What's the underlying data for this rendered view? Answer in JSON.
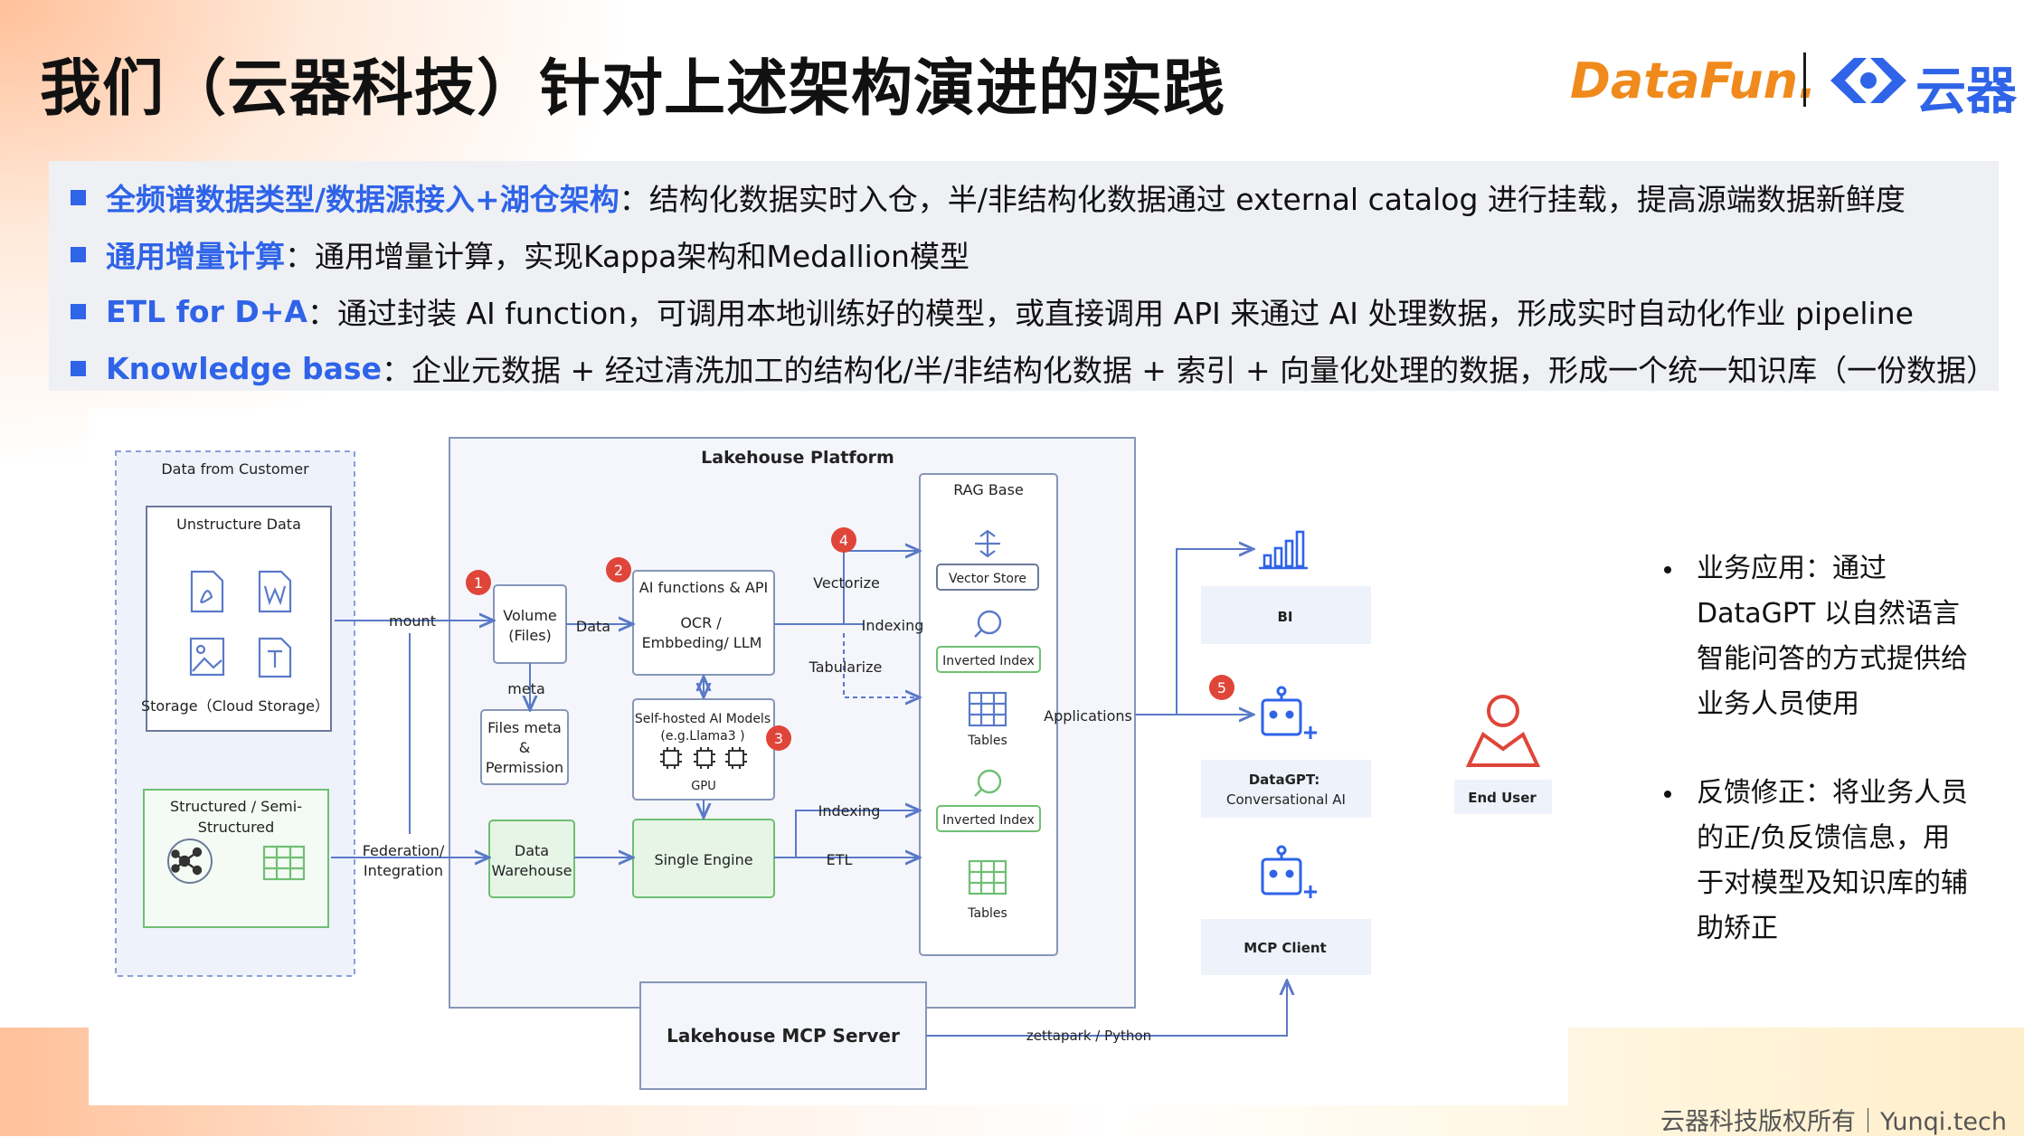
{
  "title": "我们（云器科技）针对上述架构演进的实践",
  "logos": {
    "datafun": "DataFun.",
    "yunqi": "云器"
  },
  "colors": {
    "accent_blue": "#2f63e8",
    "brand_orange": "#f08a1c",
    "marker_red": "#e0453a",
    "box_green_bg": "#e6f5e6",
    "box_green_border": "#6fbf73",
    "box_blue_border": "#8796b8",
    "box_blue_bg": "#eef2fb"
  },
  "bullets": [
    {
      "highlight": "全频谱数据类型/数据源接入+湖仓架构",
      "text": "：结构化数据实时入仓，半/非结构化数据通过 external catalog 进行挂载，提高源端数据新鲜度"
    },
    {
      "highlight": "通用增量计算",
      "text": "：通用增量计算，实现Kappa架构和Medallion模型"
    },
    {
      "highlight": "ETL for D+A",
      "text": "：通过封装 AI function，可调用本地训练好的模型，或直接调用 API 来通过 AI 处理数据，形成实时自动化作业 pipeline"
    },
    {
      "highlight": "Knowledge base",
      "text": "：企业元数据 + 经过清洗加工的结构化/半/非结构化数据 + 索引 + 向量化处理的数据，形成一个统一知识库（一份数据）"
    }
  ],
  "diagram": {
    "data_from_customer": "Data from Customer",
    "unstructure_data": "Unstructure Data",
    "storage": "Storage（Cloud Storage）",
    "structured_line1": "Structured / Semi-",
    "structured_line2": "Structured",
    "mount": "mount",
    "federation_line1": "Federation/",
    "federation_line2": "Integration",
    "lakehouse_platform": "Lakehouse Platform",
    "volume_line1": "Volume",
    "volume_line2": "(Files)",
    "data_arrow": "Data",
    "meta": "meta",
    "files_meta_line1": "Files meta",
    "files_meta_line2": "&",
    "files_meta_line3": "Permission",
    "data_warehouse_line1": "Data",
    "data_warehouse_line2": "Warehouse",
    "ai_functions": "AI functions & API",
    "ocr": "OCR /",
    "embedding": "Embbeding/ LLM",
    "self_hosted": "Self-hosted AI Models",
    "llama": "(e.g.Llama3 )",
    "gpu": "GPU",
    "single_engine": "Single Engine",
    "vectorize": "Vectorize",
    "indexing_top": "Indexing",
    "tabularize": "Tabularize",
    "indexing_bottom": "Indexing",
    "etl": "ETL",
    "rag_base": "RAG Base",
    "vector_store": "Vector Store",
    "inverted_index_1": "Inverted Index",
    "tables_1": "Tables",
    "inverted_index_2": "Inverted Index",
    "tables_2": "Tables",
    "applications": "Applications",
    "bi": "BI",
    "datagpt_line1": "DataGPT:",
    "datagpt_line2": "Conversational AI",
    "mcp_client": "MCP Client",
    "end_user": "End User",
    "mcp_server": "Lakehouse MCP Server",
    "zettapark": "zettapark / Python",
    "markers": [
      "1",
      "2",
      "3",
      "4",
      "5"
    ]
  },
  "right_notes": [
    "业务应用：通过DataGPT 以自然语言智能问答的方式提供给业务人员使用",
    "反馈修正：将业务人员的正/负反馈信息，用于对模型及知识库的辅助矫正"
  ],
  "footer": "云器科技版权所有｜Yunqi.tech"
}
